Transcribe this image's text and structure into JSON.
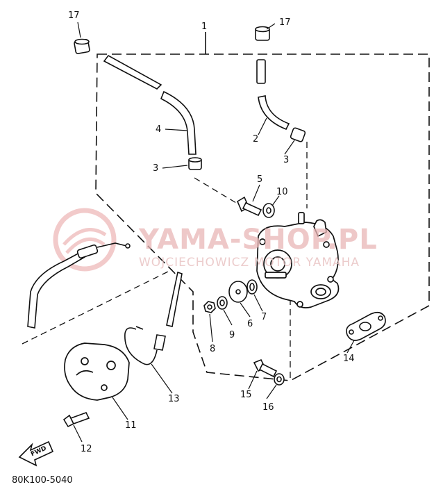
{
  "watermark": {
    "title": "YAMA-SHOP.PL",
    "subtitle": "WOJCIECHOWICZ MOTOR YAMAHA"
  },
  "diagram_code": "80K100-5040",
  "fwd_label": "FWD",
  "callouts": {
    "c1": "1",
    "c17a": "17",
    "c17b": "17",
    "c4": "4",
    "c2": "2",
    "c3a": "3",
    "c3b": "3",
    "c5": "5",
    "c10": "10",
    "c7": "7",
    "c6": "6",
    "c9": "9",
    "c8": "8",
    "c14": "14",
    "c15": "15",
    "c16": "16",
    "c11": "11",
    "c12": "12",
    "c13": "13"
  }
}
